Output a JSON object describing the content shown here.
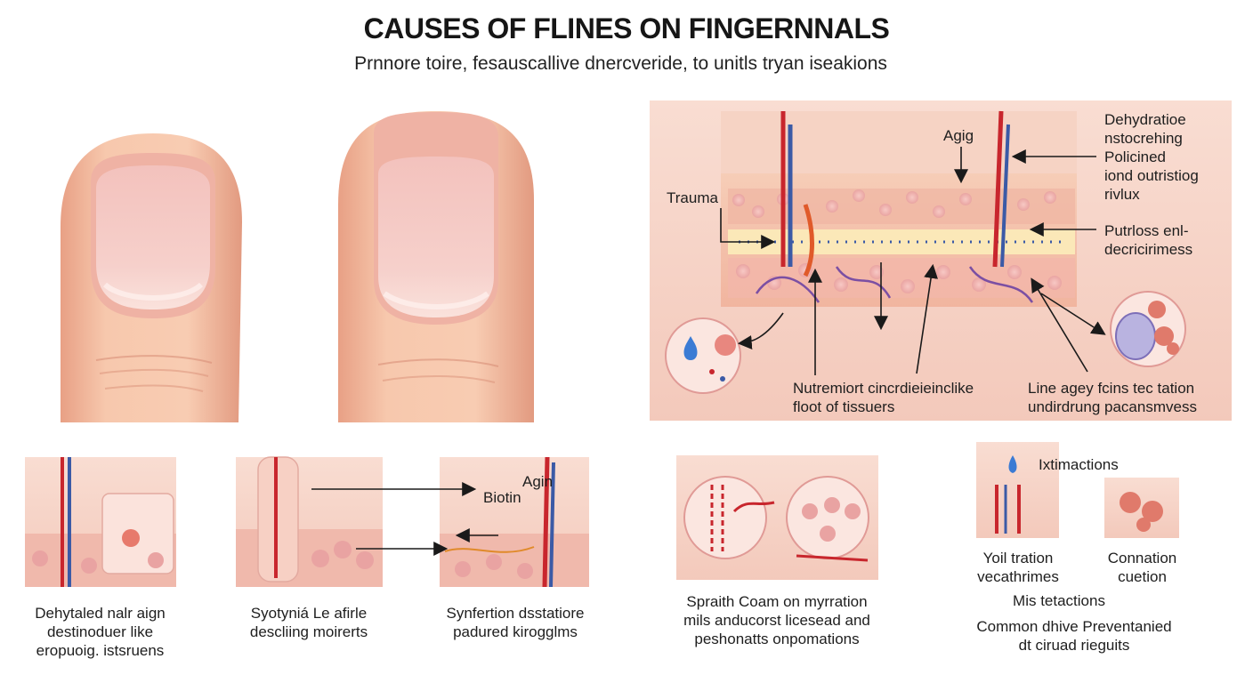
{
  "title": "CAUSES OF FLINES ON FINGERNNALS",
  "subtitle": "Prnnore toire, fesauscallive dnercveride, to unitls tryan iseakions",
  "main_diagram": {
    "label_aging": "Agig",
    "label_trauma": "Trauma",
    "label_dehydration": [
      "Dehydratioe",
      "nstocrehing",
      "Policined",
      "iond outristiog",
      "rivlux"
    ],
    "label_putrloss": [
      "Putrloss enl-",
      "decricirimess"
    ],
    "label_nutrient": [
      "Nutremiort cincrdieieinclike",
      "floot of tissuers"
    ],
    "label_line": [
      "Line agey fcins tec tation",
      "undirdrung pacansmvess"
    ]
  },
  "bottom_panels": {
    "p1_caption": [
      "Dehytaled nalr aign",
      "destinoduer  like",
      "eropuoig. istsruens"
    ],
    "p2_caption": [
      "Syotyniá Le afirle",
      "descliing moirerts"
    ],
    "p3_label_agin": "Agin",
    "p3_label_biotin": "Biotin",
    "p3_caption": [
      "Synfertion dsstatiore",
      "padured kirogglms"
    ],
    "p4_caption": [
      "Spraith Coam on myrration",
      "mils anducorst licesead and",
      "peshonatts onpomations"
    ],
    "p5_label_interactions": "Ixtimactions",
    "p5_caption_left": [
      "Yoil tration",
      "vecathrimes"
    ],
    "p5_caption_right": [
      "Connation",
      "cuetion"
    ],
    "p5_caption_mid": "Mis tetactions",
    "p5_caption_bottom": [
      "Common dhive Preventanied",
      "dt ciruad rieguits"
    ]
  },
  "colors": {
    "skin": "#f5c3a6",
    "skin_dark": "#e59f86",
    "nail": "#f4c9c5",
    "panel_bg": "#f8d9cf",
    "artery": "#c8262d",
    "vein": "#3b5aa6"
  }
}
